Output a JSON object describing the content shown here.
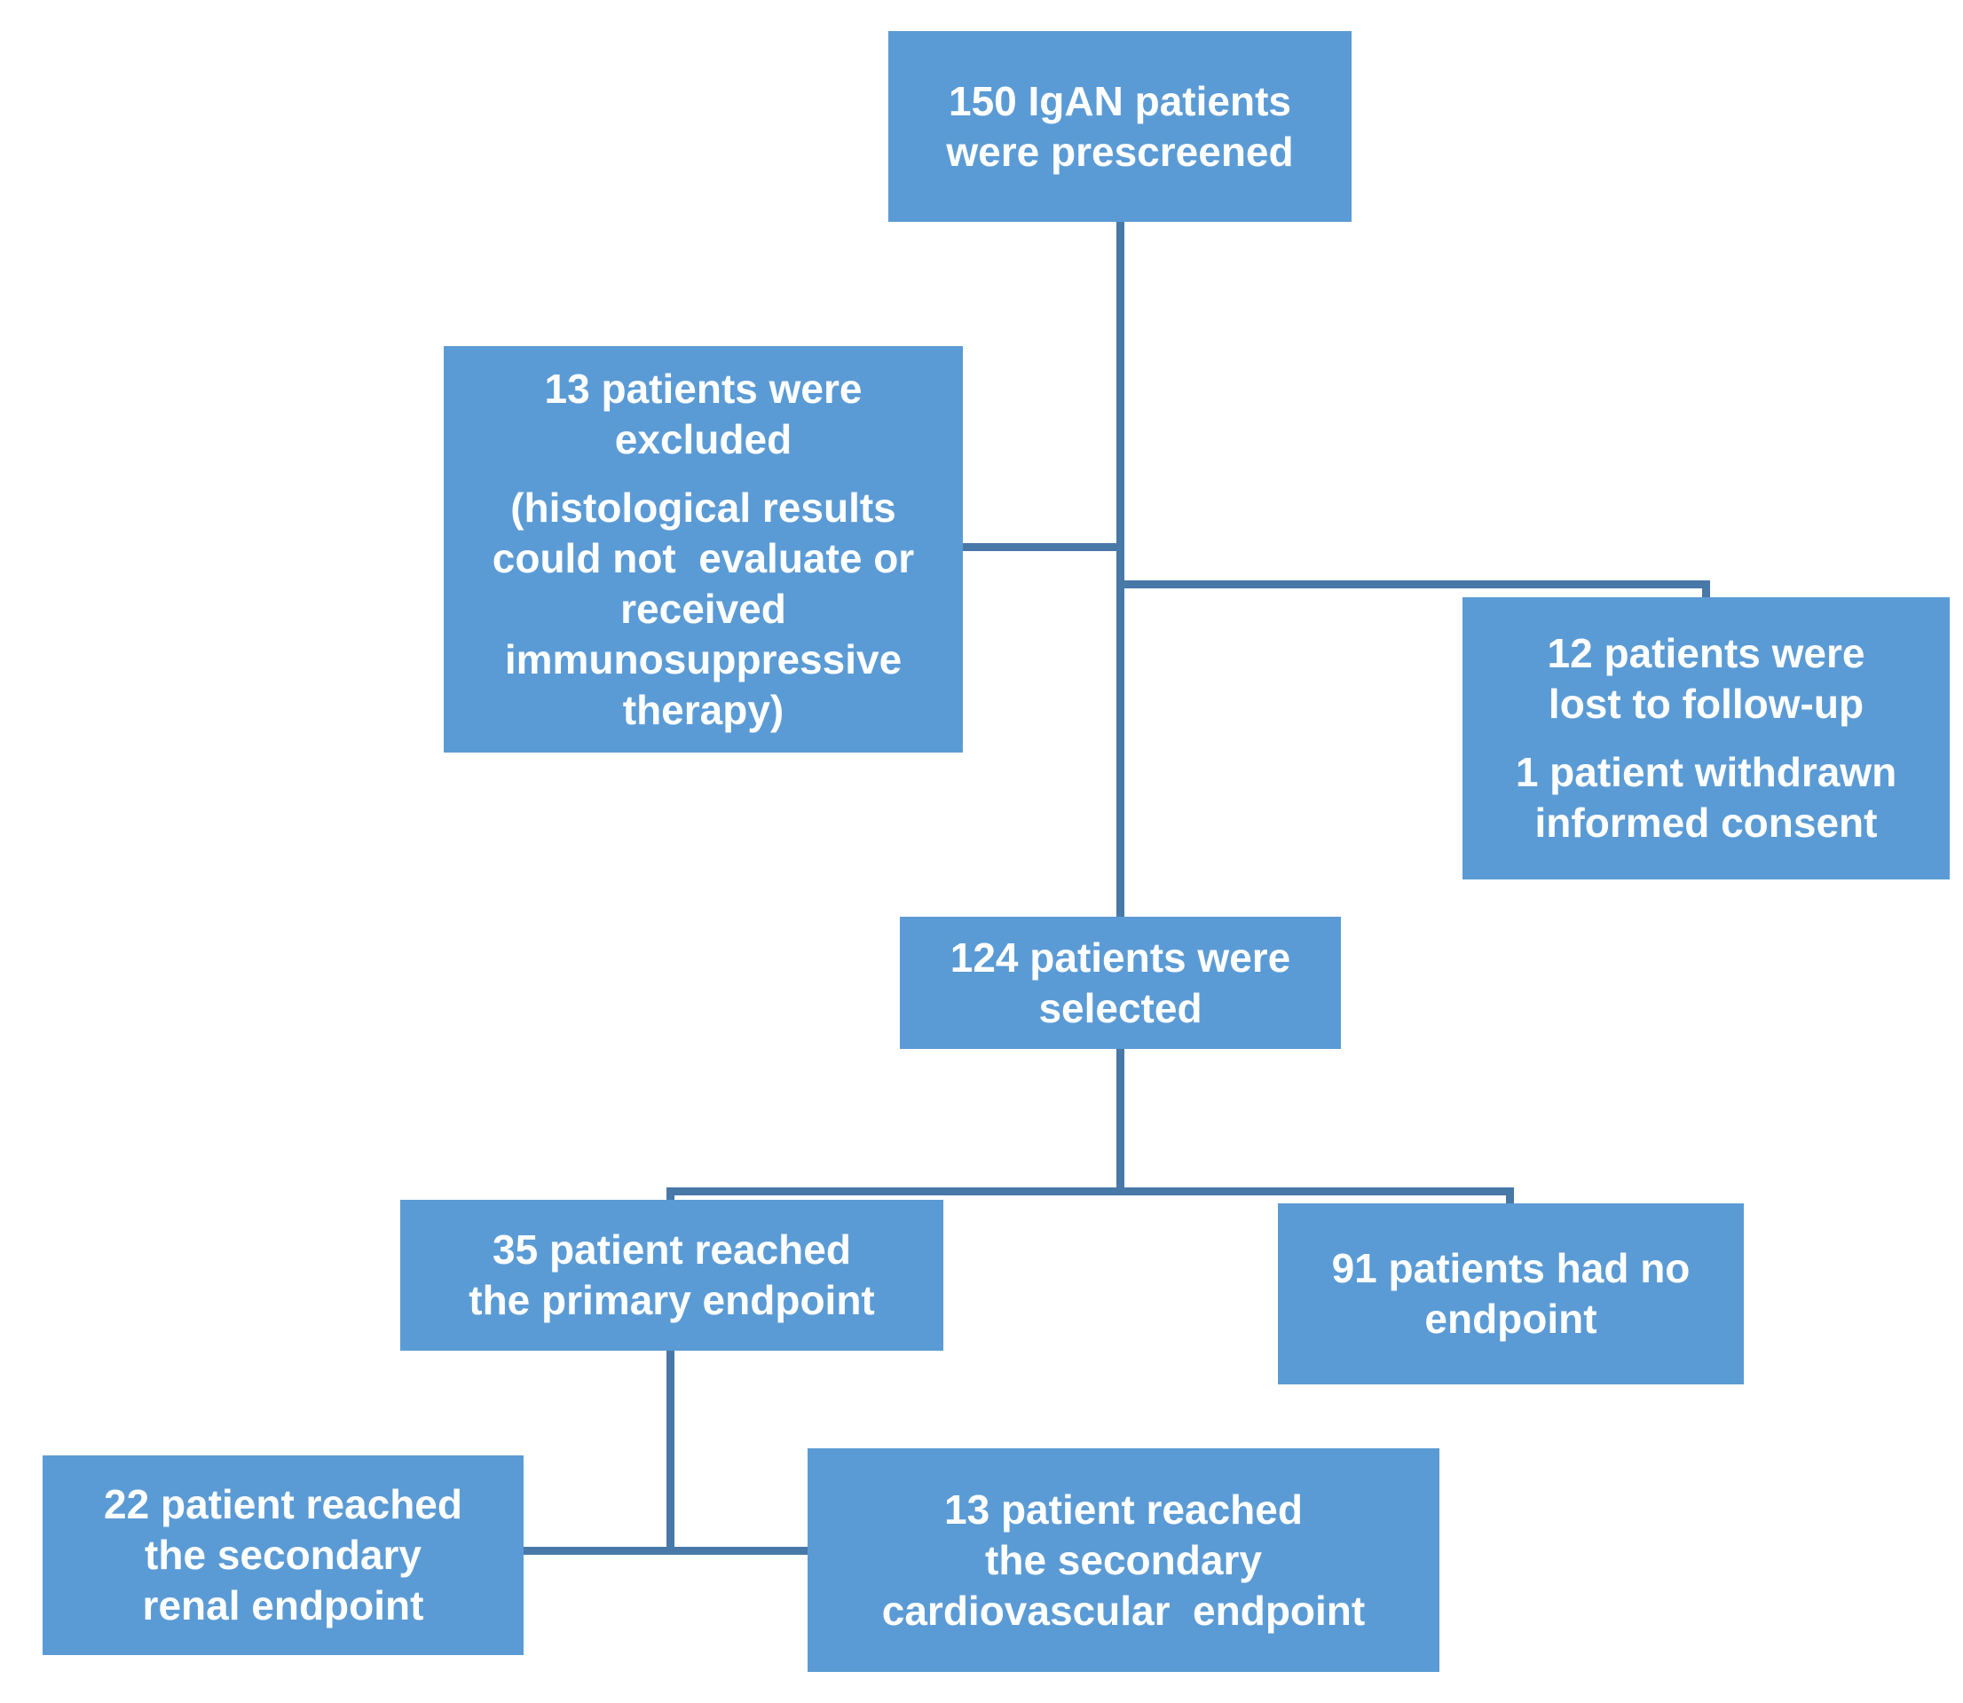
{
  "diagram": {
    "title": "IgAN patient selection flowchart",
    "page_bg": "#ffffff",
    "box_fill": "#5B9BD5",
    "connector_color": "#4878A8",
    "text_color": "#ffffff"
  },
  "boxes": {
    "prescreened": {
      "lines": [
        "150 IgAN patients",
        "were prescreened"
      ]
    },
    "excluded": {
      "para1": [
        "13 patients were",
        "excluded"
      ],
      "para2": [
        "(histological results",
        "could not  evaluate or",
        "received",
        "immunosuppressive",
        "therapy)"
      ]
    },
    "lost": {
      "para1": [
        "12 patients were",
        "lost to follow-up"
      ],
      "para2": [
        "1 patient withdrawn",
        "informed consent"
      ]
    },
    "selected": {
      "lines": [
        "124 patients were",
        "selected"
      ]
    },
    "primary": {
      "lines": [
        "35 patient reached",
        "the primary endpoint"
      ]
    },
    "no_endpoint": {
      "lines": [
        "91 patients had no",
        "endpoint"
      ]
    },
    "renal": {
      "lines": [
        "22 patient reached",
        "the secondary",
        "renal endpoint"
      ]
    },
    "cardio": {
      "lines": [
        "13 patient reached",
        "the secondary",
        "cardiovascular  endpoint"
      ]
    }
  }
}
